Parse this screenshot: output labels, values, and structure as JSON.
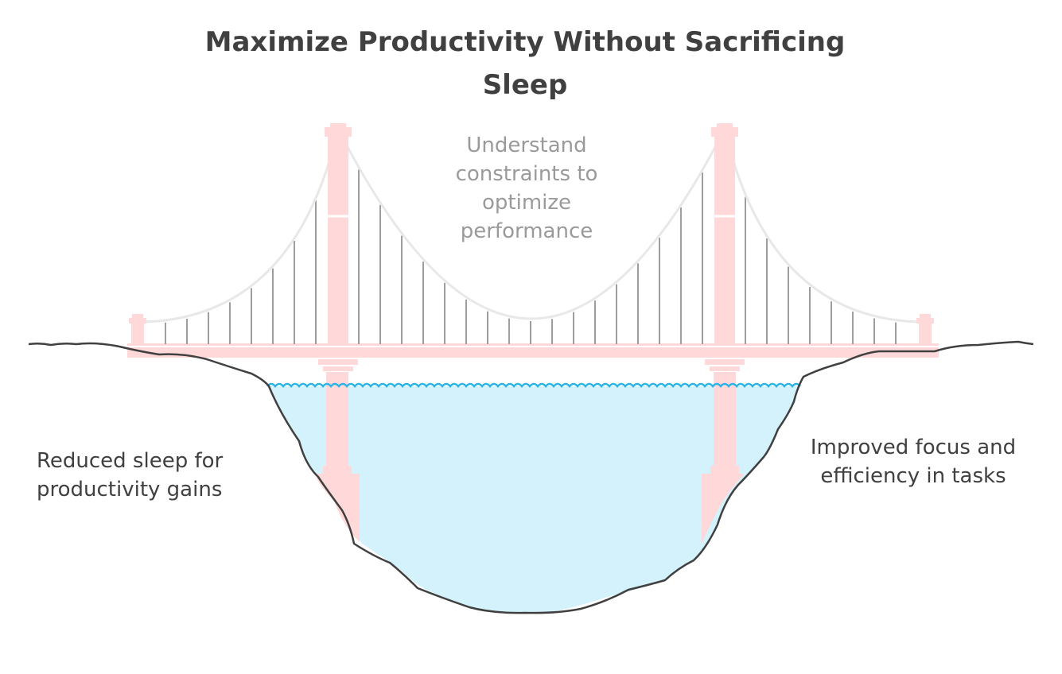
{
  "diagram": {
    "title": "Maximize Productivity Without Sacrificing Sleep",
    "top_note": "Understand constraints to optimize performance",
    "left_note": "Reduced sleep for productivity gains",
    "right_note": "Improved focus and efficiency in tasks"
  },
  "colors": {
    "text": "#404040",
    "muted_text": "#9a9a9a",
    "bridge": "#ffd9d9",
    "cable": "#e8e8e8",
    "suspender": "#9e9e9e",
    "water": "#d4f2fc",
    "wave": "#2bb3e6",
    "ground_line": "#404040"
  }
}
